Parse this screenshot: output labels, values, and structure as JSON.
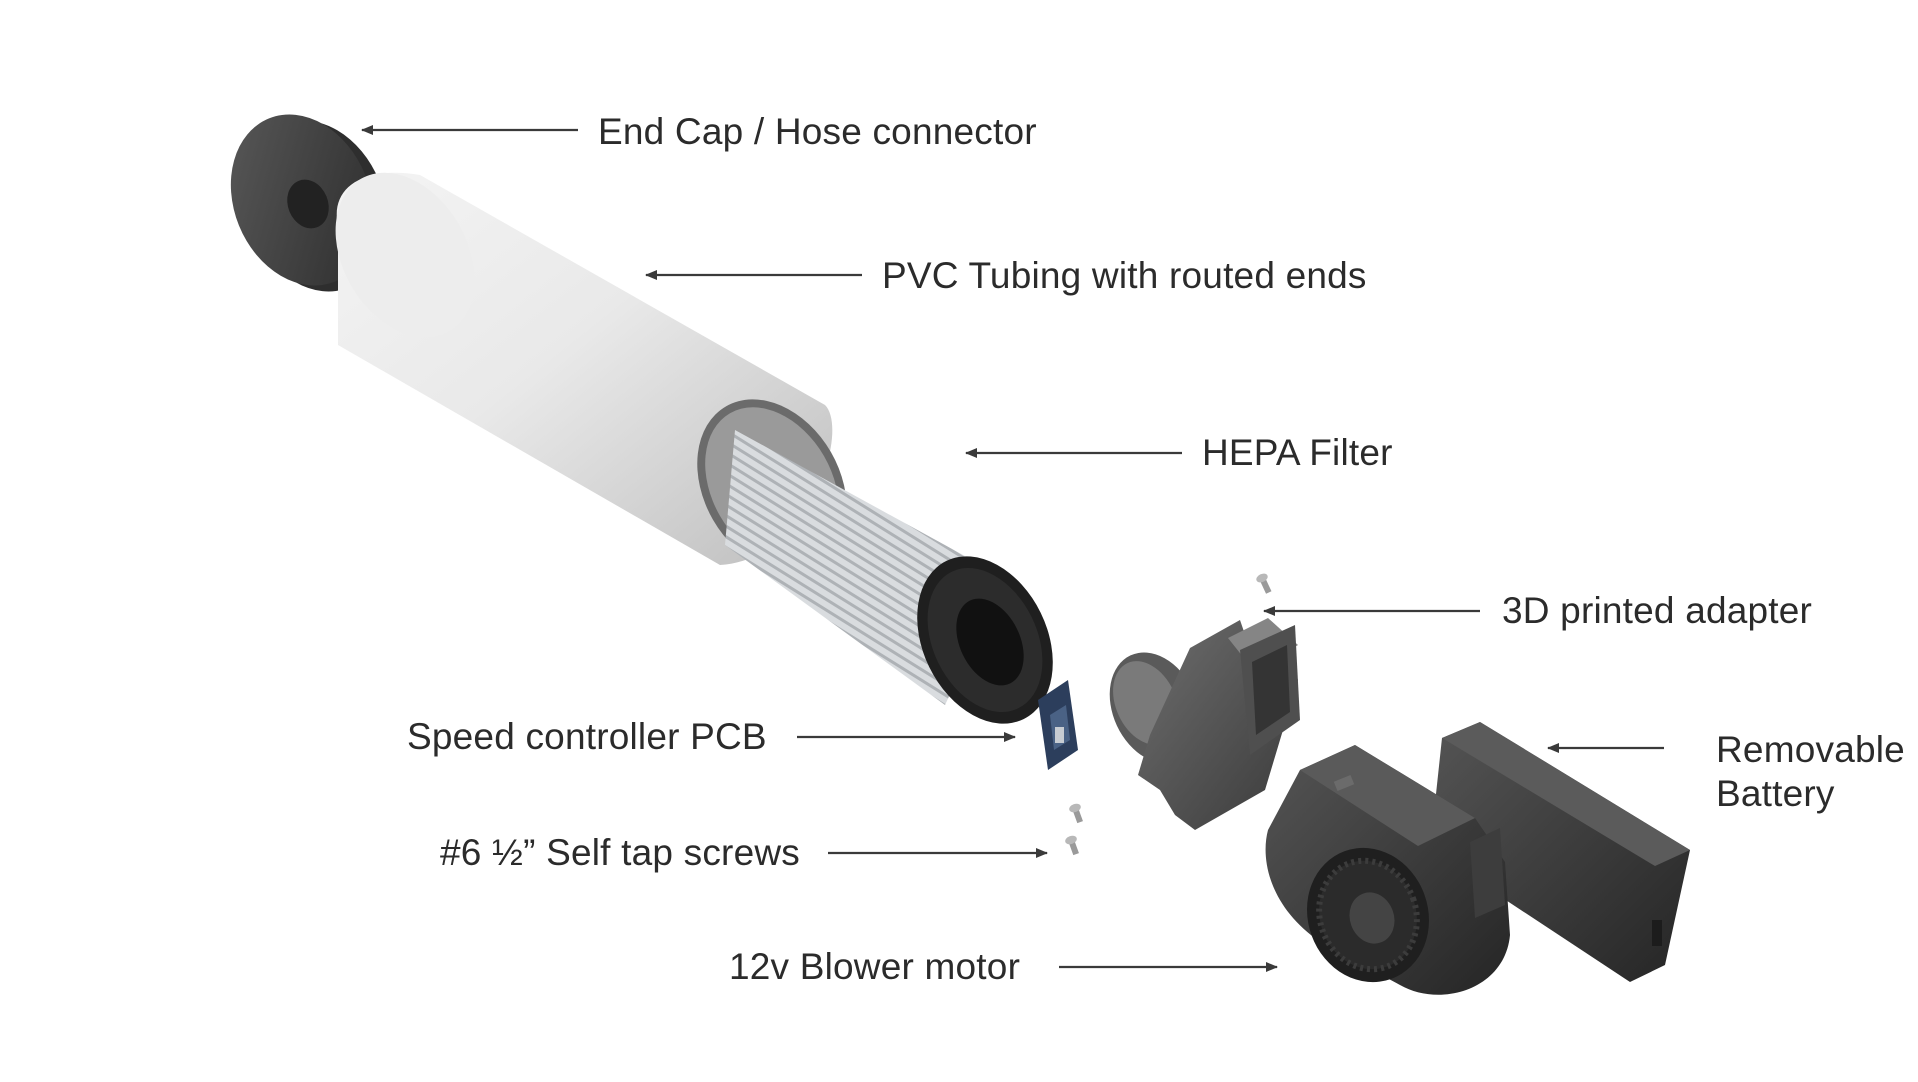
{
  "diagram": {
    "labels": {
      "end_cap": "End Cap / Hose connector",
      "pvc_tubing": "PVC Tubing with routed ends",
      "hepa_filter": "HEPA Filter",
      "adapter": "3D printed adapter",
      "pcb": "Speed controller PCB",
      "battery_line1": "Removable",
      "battery_line2": "Battery",
      "screws": "#6 ½” Self tap screws",
      "blower": "12v Blower motor"
    },
    "colors": {
      "background": "#ffffff",
      "label_text": "#2b2b2b",
      "arrow": "#3a3a3a",
      "dark_plastic": "#3b3b3b",
      "pvc_white": "#e6e6e6",
      "filter_gray": "#cfd3d6",
      "pcb_blue": "#2c3e5c"
    }
  }
}
